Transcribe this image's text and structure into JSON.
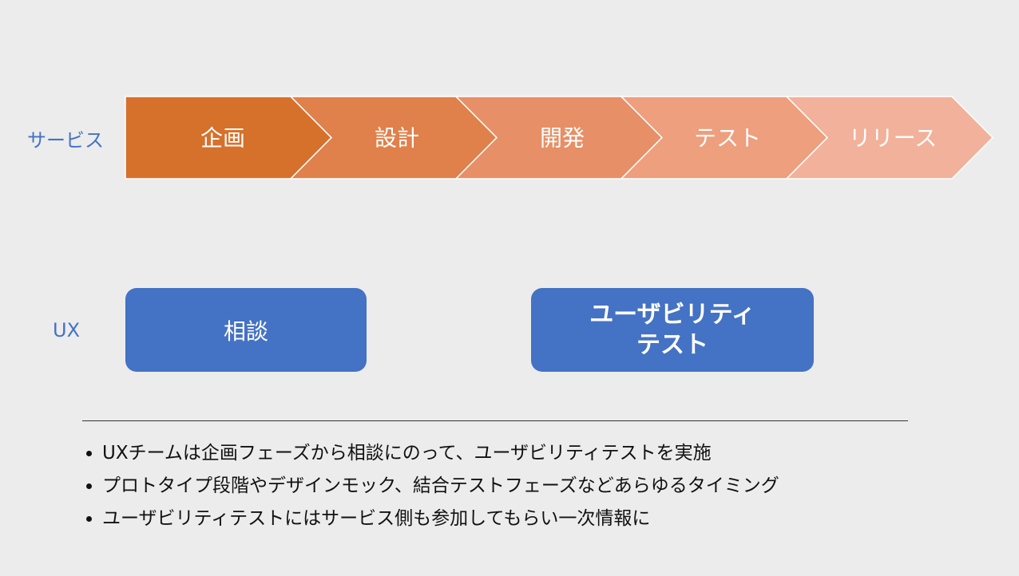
{
  "rows": {
    "service_label": "サービス",
    "ux_label": "UX"
  },
  "phases": [
    {
      "label": "企画",
      "color": "#d6712c"
    },
    {
      "label": "設計",
      "color": "#e0804a"
    },
    {
      "label": "開発",
      "color": "#e78f66"
    },
    {
      "label": "テスト",
      "color": "#ed9f7e"
    },
    {
      "label": "リリース",
      "color": "#f2b19a"
    }
  ],
  "ux_boxes": {
    "consult": "相談",
    "usability_line1": "ユーザビリティ",
    "usability_line2": "テスト"
  },
  "bullets": [
    "UXチームは企画フェーズから相談にのって、ユーザビリティテストを実施",
    "プロトタイプ段階やデザインモック、結合テストフェーズなどあらゆるタイミング",
    "ユーザビリティテストにはサービス側も参加してもらい一次情報に"
  ]
}
